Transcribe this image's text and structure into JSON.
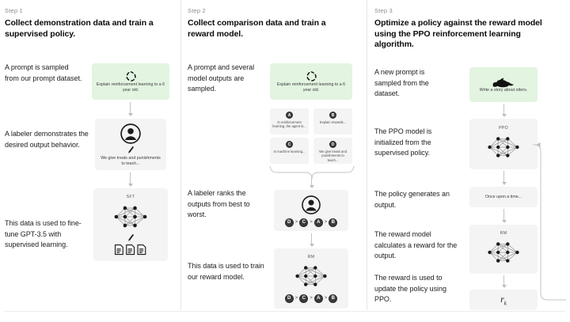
{
  "diagram": {
    "title": "RLHF three-step training diagram",
    "background": "#ffffff",
    "prompt_box_color": "#e3f4e1",
    "card_color": "#f4f4f4",
    "divider_color": "#e6e6e6"
  },
  "columns": [
    {
      "step_label": "Step 1",
      "title": "Collect demonstration data and train a supervised policy.",
      "captions": [
        "A prompt is sampled from our prompt dataset.",
        "A labeler demonstrates the desired output behavior.",
        "This data is used to fine-tune GPT-3.5 with supervised learning."
      ],
      "nodes": [
        {
          "kind": "prompt",
          "icon": "recycle-icon",
          "text": "Explain reinforcement learning to a 6 year old."
        },
        {
          "kind": "labeler",
          "icon": "person-icon",
          "sub_icon": "pencil-icon",
          "text": "We give treats and punishments to teach..."
        },
        {
          "kind": "model",
          "icon": "neural-net-icon",
          "tag": "SFT",
          "sub_icon": "pencil-icon",
          "extra_icon": "documents-icon"
        }
      ]
    },
    {
      "step_label": "Step 2",
      "title": "Collect comparison data and train a reward model.",
      "captions": [
        "A prompt and several model outputs are sampled.",
        "A labeler ranks the outputs from best to worst.",
        "This data is used to train our reward model."
      ],
      "nodes": [
        {
          "kind": "prompt",
          "icon": "recycle-icon",
          "text": "Explain reinforcement learning to a 6 year old."
        },
        {
          "kind": "outputs",
          "items": [
            {
              "label": "A",
              "text": "In reinforcement learning, the agent is..."
            },
            {
              "label": "B",
              "text": "Explain rewards..."
            },
            {
              "label": "C",
              "text": "In machine learning..."
            },
            {
              "label": "D",
              "text": "We give treats and punishments to teach..."
            }
          ]
        },
        {
          "kind": "ranker",
          "icon": "person-icon",
          "ranking": [
            "D",
            "C",
            "A",
            "B"
          ]
        },
        {
          "kind": "model",
          "icon": "neural-net-icon",
          "tag": "RM",
          "ranking": [
            "D",
            "C",
            "A",
            "B"
          ]
        }
      ]
    },
    {
      "step_label": "Step 3",
      "title": "Optimize a policy against the reward model using the PPO reinforcement learning algorithm.",
      "captions": [
        "A new prompt is sampled from the dataset.",
        "The PPO model is initialized from the supervised policy.",
        "The policy generates an output.",
        "The reward model calculates a reward for the output.",
        "The reward is used to update the policy using PPO."
      ],
      "nodes": [
        {
          "kind": "prompt",
          "icon": "otter-icon",
          "text": "Write a story about otters."
        },
        {
          "kind": "model",
          "icon": "neural-net-icon",
          "tag": "PPO"
        },
        {
          "kind": "output",
          "text": "Once upon a time..."
        },
        {
          "kind": "model",
          "icon": "neural-net-icon",
          "tag": "RM"
        },
        {
          "kind": "reward",
          "symbol": "r",
          "subscript": "k"
        }
      ],
      "feedback_loop": true
    }
  ]
}
